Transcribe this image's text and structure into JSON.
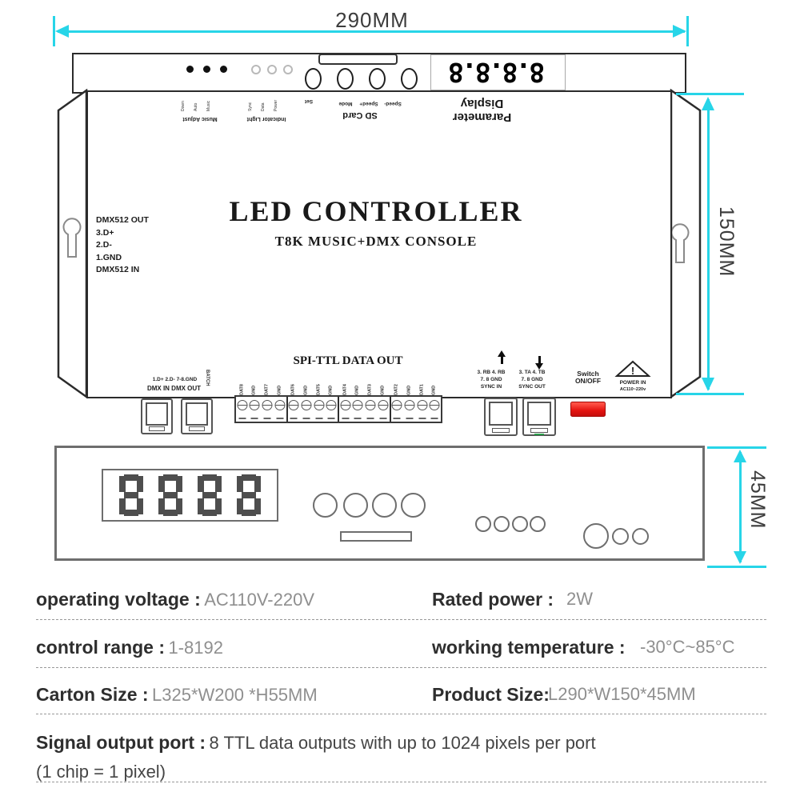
{
  "dimensions": {
    "width": "290MM",
    "height": "150MM",
    "depth": "45MM"
  },
  "top_view": {
    "title": "LED CONTROLLER",
    "subtitle": "T8K MUSIC+DMX CONSOLE",
    "display_text": "8.8.8.8",
    "rear_labels": {
      "music_adjust": "Music Adjust",
      "music_adjust_leds": [
        "Down",
        "Auto",
        "Music"
      ],
      "indicator_light": "Indicator Light",
      "indicator_leds": [
        "Sync",
        "Data",
        "Power"
      ],
      "sd_card": "SD Card",
      "buttons": [
        "Set",
        "Mode",
        "Speed+",
        "Speed-"
      ],
      "parameter_display_line1": "Parameter",
      "parameter_display_line2": "Display"
    },
    "left_port_labels": {
      "l1": "DMX512 OUT",
      "l2": "3.D+",
      "l3": "2.D-",
      "l4": "1.GND",
      "l5": "DMX512 IN"
    },
    "bottom_panel": {
      "spi_header": "SPI-TTL  DATA OUT",
      "dmx_pins": "1.D+ 2.D- 7-8.GND",
      "dmx_ports": "DMX IN  DMX OUT",
      "batch": "BATCH",
      "terminal_labels": [
        "DAT8",
        "GND",
        "DAT7",
        "GND",
        "DAT6",
        "GND",
        "DAT5",
        "GND",
        "DAT4",
        "GND",
        "DAT3",
        "GND",
        "DAT2",
        "GND",
        "DAT1",
        "GND"
      ],
      "sync_in_line1": "3. RB 4. RB",
      "sync_in_line2": "7. 8 GND",
      "sync_in_line3": "SYNC IN",
      "sync_out_line1": "3. TA 4. TB",
      "sync_out_line2": "7. 8 GND",
      "sync_out_line3": "SYNC OUT",
      "switch_line1": "Switch",
      "switch_line2": "ON/OFF",
      "warning_mark": "!",
      "power_in_line1": "POWER IN",
      "power_in_line2": "AC110~220v"
    }
  },
  "front_view": {
    "display_digits": "8888"
  },
  "specs": {
    "rows": [
      {
        "left_label": "operating voltage :",
        "left_value": "AC110V-220V",
        "right_label": "Rated power :",
        "right_value": "2W"
      },
      {
        "left_label": "control range :",
        "left_value": "1-8192",
        "right_label": "working temperature :",
        "right_value": " -30°C~85°C"
      },
      {
        "left_label": "Carton Size :",
        "left_value": " L325*W200 *H55MM",
        "right_label": "Product Size:",
        "right_value": " L290*W150*45MM"
      }
    ],
    "signal_label": "Signal output port :",
    "signal_value": " 8 TTL data outputs with up to 1024 pixels per port",
    "signal_value_line2": "(1 chip = 1 pixel)"
  },
  "colors": {
    "dimension_cyan": "#27d5e8",
    "switch_red": "#e41310"
  }
}
